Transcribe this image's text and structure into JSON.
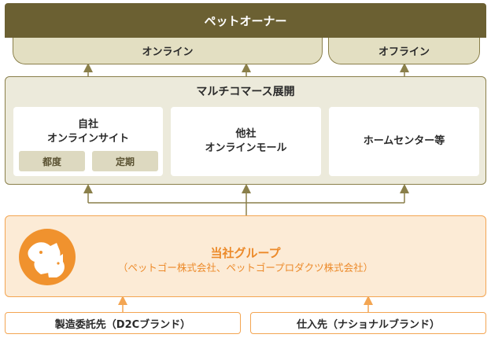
{
  "owner": {
    "label": "ペットオーナー"
  },
  "channels": {
    "online": "オンライン",
    "offline": "オフライン"
  },
  "multichannel": {
    "title": "マルチコマース展開",
    "own_site": {
      "line1": "自社",
      "line2": "オンラインサイト",
      "tag_once": "都度",
      "tag_regular": "定期"
    },
    "other_site": {
      "line1": "他社",
      "line2": "オンラインモール"
    },
    "home_center": {
      "label": "ホームセンター等"
    }
  },
  "group": {
    "title": "当社グループ",
    "subtitle": "（ペットゴー株式会社、ペットゴープロダクツ株式会社）",
    "logo_icon": "dog-cat-silhouette-logo"
  },
  "sources": {
    "manufacturing": "製造委託先（D2Cブランド）",
    "purchasing": "仕入先（ナショナルブランド）"
  },
  "colors": {
    "olive_dark": "#6b6032",
    "olive_light": "#e3dfc2",
    "beige_panel": "#eceadb",
    "orange": "#f3a552",
    "orange_text": "#ec8a2a",
    "peach": "#fcebd6"
  }
}
